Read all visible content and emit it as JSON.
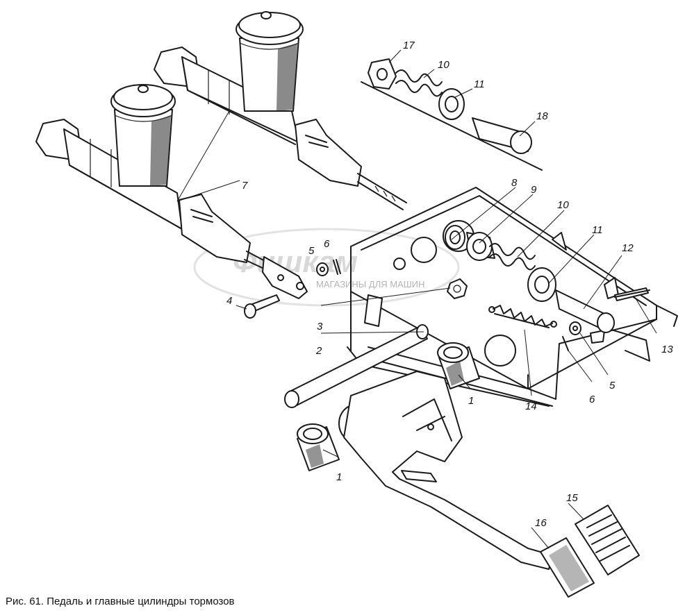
{
  "caption": "Рис. 61. Педаль и главные цилиндры  тормозов",
  "watermark": {
    "brand": "Фишкам",
    "tagline": "МАГАЗИНЫ ДЛЯ МАШИН"
  },
  "callouts": {
    "c1a": "1",
    "c1b": "1",
    "c2": "2",
    "c3": "3",
    "c4": "4",
    "c5a": "5",
    "c5b": "5",
    "c6a": "6",
    "c6b": "6",
    "c7": "7",
    "c8": "8",
    "c9": "9",
    "c10a": "10",
    "c10b": "10",
    "c11a": "11",
    "c11b": "11",
    "c12": "12",
    "c13": "13",
    "c14": "14",
    "c15": "15",
    "c16": "16",
    "c17": "17",
    "c18": "18"
  },
  "colors": {
    "ink": "#1a1a1a",
    "paper": "#ffffff",
    "watermark": "#b9b9b9"
  }
}
